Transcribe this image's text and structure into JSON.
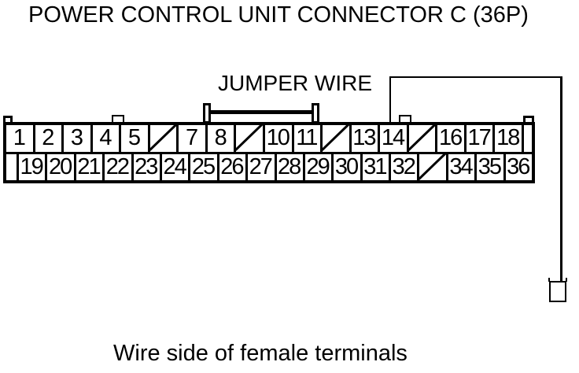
{
  "title": "POWER CONTROL UNIT CONNECTOR C (36P)",
  "jumper_label": "JUMPER WIRE",
  "caption": "Wire side of female terminals",
  "colors": {
    "line": "#000000",
    "background": "#ffffff"
  },
  "connector": {
    "top_row": [
      "1",
      "2",
      "3",
      "4",
      "5",
      "/",
      "7",
      "8",
      "/",
      "10",
      "11",
      "/",
      "13",
      "14",
      "/",
      "16",
      "17",
      "18"
    ],
    "bottom_row": [
      "19",
      "20",
      "21",
      "22",
      "23",
      "24",
      "25",
      "26",
      "27",
      "28",
      "29",
      "30",
      "31",
      "32",
      "/",
      "34",
      "35",
      "36"
    ]
  }
}
